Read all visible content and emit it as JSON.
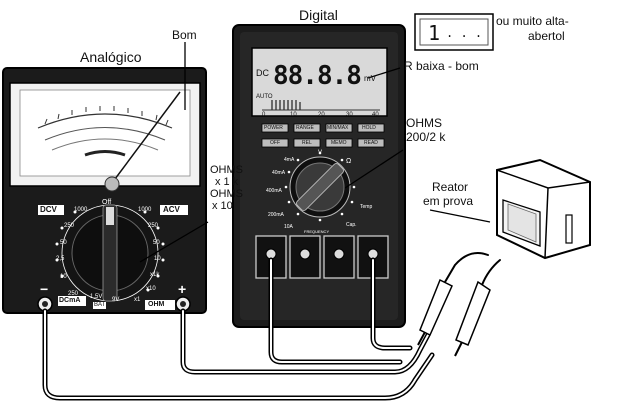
{
  "labels": {
    "analogico": "Analógico",
    "digital": "Digital",
    "bom": "Bom",
    "ou_muito_alta": "ou muito alta-",
    "abertol": "abertol",
    "r_baixa_bom": "R baixa - bom",
    "ohms_200": "OHMS",
    "ohms_200_range": "200/2 k",
    "ohms_x1k_a": "OHMS",
    "ohms_x1k_b": "x 1 k",
    "ohms_x1k_c": "OHMS",
    "ohms_x1k_d": "x 10",
    "reator": "Reator",
    "em_prova": "em prova"
  },
  "overload_display": {
    "digit": "1",
    "dots": ". . ."
  },
  "digital_meter": {
    "lcd": {
      "mode": "DC",
      "reading": "88.8.8",
      "unit": "mV",
      "auto": "AUTO",
      "scale": [
        "0",
        "10",
        "20",
        "30",
        "40"
      ]
    },
    "buttons_top": [
      "POWER",
      "RANGE",
      "MIN/MAX",
      "HOLD"
    ],
    "buttons_bottom": [
      "OFF",
      "REL",
      "MEMO",
      "READ"
    ],
    "dial_labels": [
      "4mA",
      "40mA",
      "400mA",
      "200mA",
      "10A",
      "FREQUENCY",
      "Cap.",
      "Temp",
      "Ω",
      "V"
    ]
  },
  "analog_meter": {
    "dcv": "DCV",
    "acv": "ACV",
    "off": "Off",
    "left_scale": [
      "1000",
      "250",
      "50",
      "2,5",
      "10",
      "250"
    ],
    "right_scale": [
      "1000",
      "250",
      "50",
      "10",
      "x1k",
      "x10",
      "x1"
    ],
    "dcma": "DCmA",
    "bat_value": "1,5V",
    "bat": "BAT",
    "nine_v": "9V",
    "ohm": "OHM",
    "minus": "−",
    "plus": "+"
  }
}
